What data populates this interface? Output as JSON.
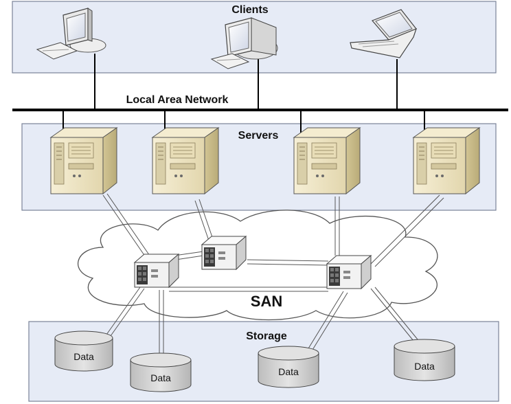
{
  "panels": {
    "clients_title": "Clients",
    "servers_title": "Servers",
    "storage_title": "Storage"
  },
  "network": {
    "lan_label": "Local Area Network",
    "san_label": "SAN"
  },
  "storage": {
    "disks": [
      "Data",
      "Data",
      "Data",
      "Data"
    ]
  },
  "colors": {
    "panel_fill": "#e6ebf6",
    "panel_stroke": "#7a8398",
    "server_body": "#efe6c8",
    "server_shade": "#cbbf95",
    "switch_body": "#f2f2f2",
    "disk_body": "#d6d6d6"
  }
}
